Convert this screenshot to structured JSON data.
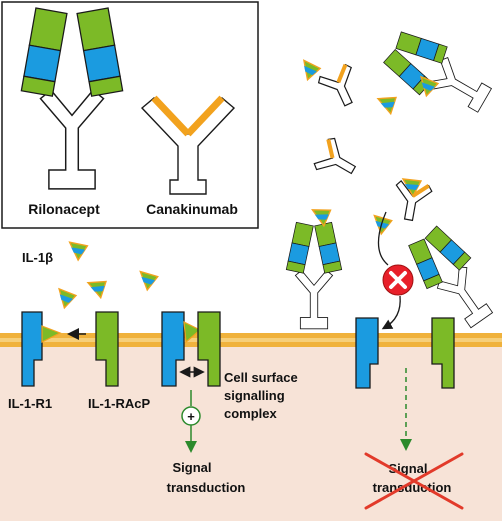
{
  "colors": {
    "cytoplasm": "#f7e3d7",
    "membrane": "#f0b23c",
    "receptor_blue": "#1b9be0",
    "receptor_green": "#7cba27",
    "ligand_orange": "#f2a21e",
    "arrow_green": "#2c8a2c",
    "block_red": "#e8202a",
    "cross_red": "#e23a2a",
    "outline": "#1a1a1a"
  },
  "inset": {
    "drug1_label": "Rilonacept",
    "drug2_label": "Canakinumab"
  },
  "labels": {
    "ligand": "IL-1β",
    "receptor1": "IL-1-R1",
    "receptor2": "IL-1-RAcP",
    "complex_line1": "Cell surface",
    "complex_line2": "signalling",
    "complex_line3": "complex",
    "signal_line1": "Signal",
    "signal_line2": "transduction",
    "blocked_line1": "Signal",
    "blocked_line2": "transduction",
    "plus_sign": "+"
  },
  "icons": {
    "activation": "plus-circle-icon",
    "blocked": "red-x-circle-icon",
    "cancelled": "cross-out-icon"
  }
}
